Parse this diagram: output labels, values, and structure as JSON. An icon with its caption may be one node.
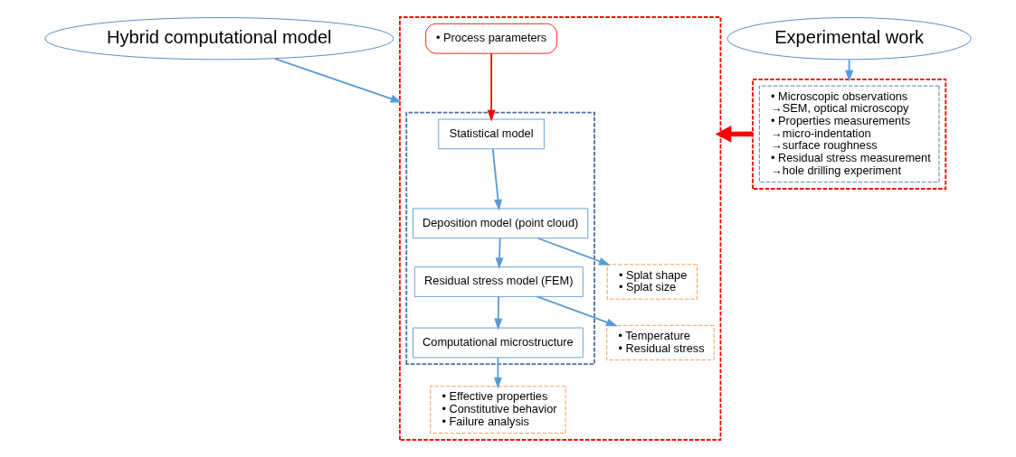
{
  "diagram": {
    "nodes": [
      {
        "text": [
          "Hybrid computational model"
        ]
      },
      {
        "text": [
          "Experimental work"
        ]
      },
      {
        "text": [],
        "shape": "box"
      },
      {
        "text": [],
        "shape": "box",
        "in": 2
      },
      {
        "text": [
          "• Process parameters"
        ],
        "in": 2
      },
      {
        "text": [
          "Statistical model"
        ],
        "in": 3
      },
      {
        "text": [
          "Deposition model (point cloud)"
        ],
        "in": 3
      },
      {
        "text": [
          "Residual stress model (FEM)"
        ],
        "in": 3
      },
      {
        "text": [
          "Computational microstructure"
        ],
        "in": 3
      },
      {
        "text": [
          "• Splat shape",
          "• Splat size"
        ],
        "in": 2
      },
      {
        "text": [
          "• Temperature",
          "• Residual stress"
        ],
        "in": 2
      },
      {
        "text": [
          "• Effective properties",
          "• Constitutive behavior",
          "• Failure analysis"
        ],
        "in": 2
      },
      {
        "text": [],
        "shape": "box"
      },
      {
        "text": [
          "• Microscopic observations",
          "→SEM, optical microscopy",
          "• Properties measurements",
          "→micro-indentation",
          "→surface roughness",
          "• Residual stress measurement",
          "→hole drilling experiment"
        ],
        "in": 12
      }
    ],
    "edges": [
      {
        "from": 0,
        "to": 2,
        "arrow": "to"
      },
      {
        "from": 1,
        "to": 12,
        "arrow": "to"
      },
      {
        "from": 4,
        "to": 5,
        "arrow": "to",
        "color": "#ff0000"
      },
      {
        "from": 5,
        "to": 6,
        "arrow": "to"
      },
      {
        "from": 6,
        "to": 7,
        "arrow": "to"
      },
      {
        "from": 7,
        "to": 8,
        "arrow": "to"
      },
      {
        "from": 6,
        "to": 9,
        "arrow": "to"
      },
      {
        "from": 7,
        "to": 10,
        "arrow": "to"
      },
      {
        "from": 8,
        "to": 11,
        "arrow": "to"
      },
      {
        "from": 12,
        "to": 2,
        "arrow": "to",
        "style": "thick",
        "color": "#ff0000"
      }
    ]
  }
}
